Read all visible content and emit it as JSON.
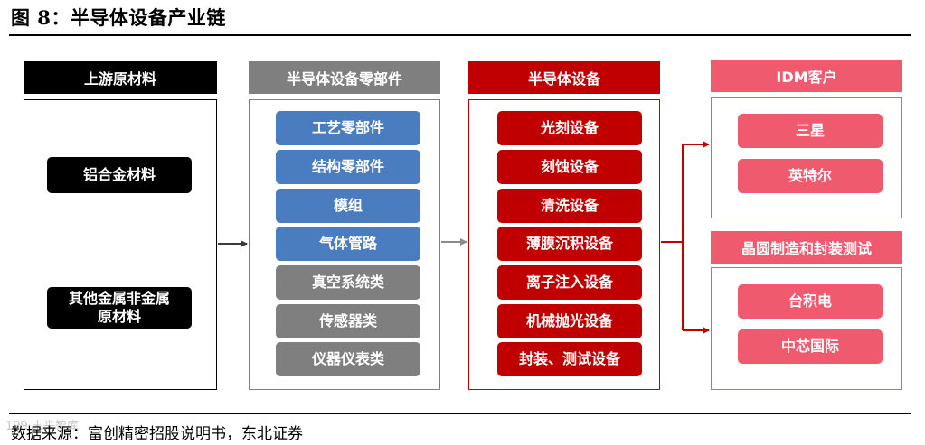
{
  "title": "图 8：半导体设备产业链",
  "source": "数据来源：富创精密招股说明书，东北证券",
  "watermark": "199 未来智库",
  "colors": {
    "black": "#000000",
    "blue": "#4a7cc0",
    "gray": "#7f7f7f",
    "red": "#c00000",
    "pink": "#f05a6e"
  },
  "upstream": {
    "header": "上游原材料",
    "items": [
      "铝合金材料",
      "其他金属非金属原材料"
    ]
  },
  "components": {
    "header": "半导体设备零部件",
    "blue_items": [
      "工艺零部件",
      "结构零部件",
      "模组",
      "气体管路"
    ],
    "gray_items": [
      "真空系统类",
      "传感器类",
      "仪器仪表类"
    ]
  },
  "equipment": {
    "header": "半导体设备",
    "items": [
      "光刻设备",
      "刻蚀设备",
      "清洗设备",
      "薄膜沉积设备",
      "离子注入设备",
      "机械抛光设备",
      "封装、测试设备"
    ]
  },
  "idm": {
    "header": "IDM客户",
    "items": [
      "三星",
      "英特尔"
    ]
  },
  "foundry": {
    "header": "晶圆制造和封装测试",
    "items": [
      "台积电",
      "中芯国际"
    ]
  }
}
